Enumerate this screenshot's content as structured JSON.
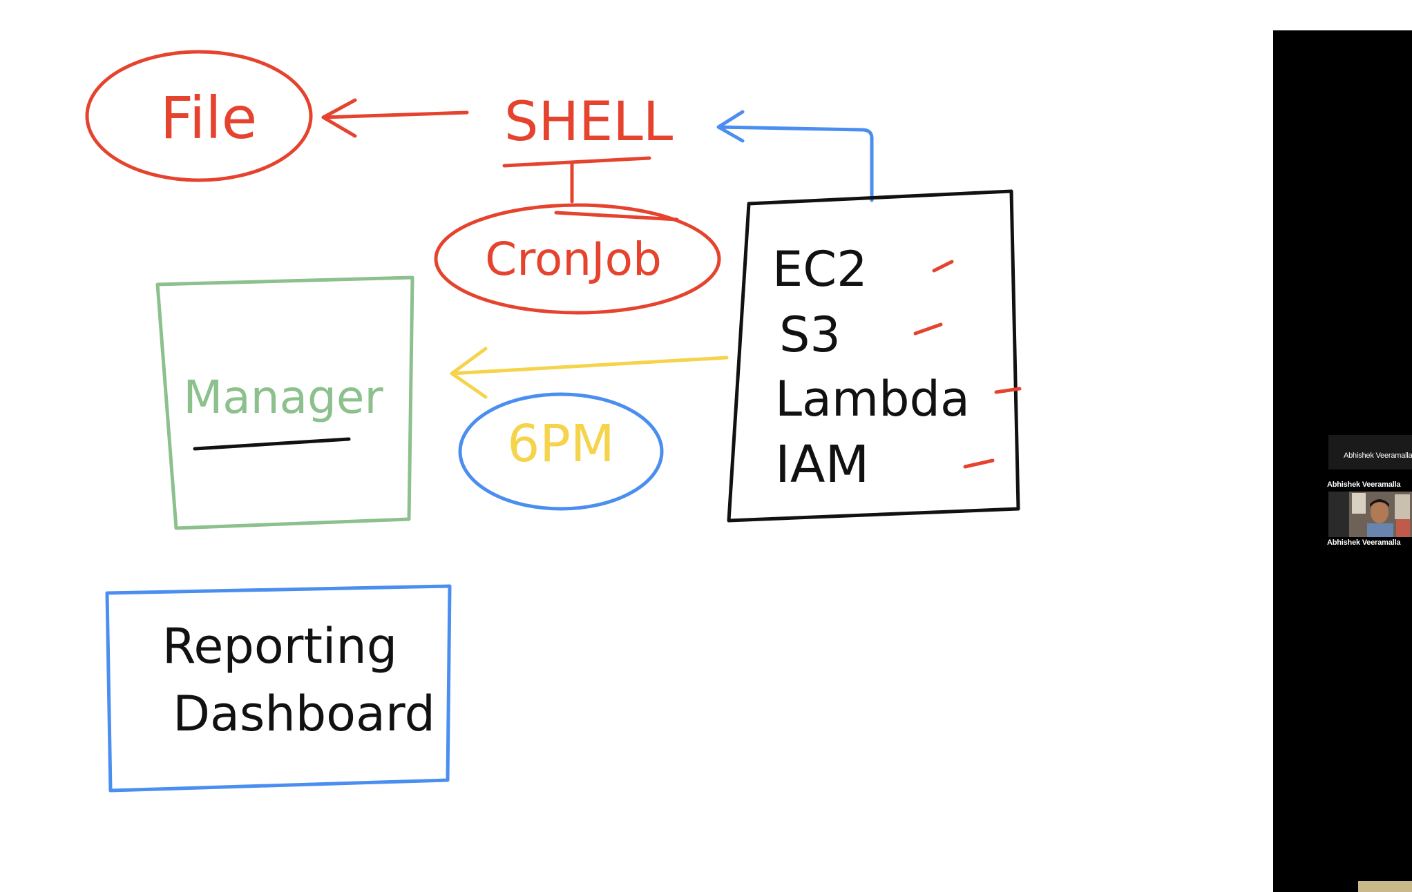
{
  "whiteboard": {
    "file_label": "File",
    "shell_label": "SHELL",
    "cronjob_label": "CronJob",
    "manager_label": "Manager",
    "time_label": "6PM",
    "services": [
      "EC2",
      "S3",
      "Lambda",
      "IAM"
    ],
    "reporting_line1": "Reporting",
    "reporting_line2": "Dashboard",
    "colors": {
      "red": "#e5432e",
      "blue": "#4a8ef0",
      "green": "#8cc08c",
      "yellow": "#f5d34a",
      "black": "#111111"
    }
  },
  "participants": {
    "top_tile_name": "Abhishek Veeramalla",
    "top_tile_label": "Abhishek Veeramalla",
    "video_tile_label": "Abhishek Veeramalla"
  }
}
